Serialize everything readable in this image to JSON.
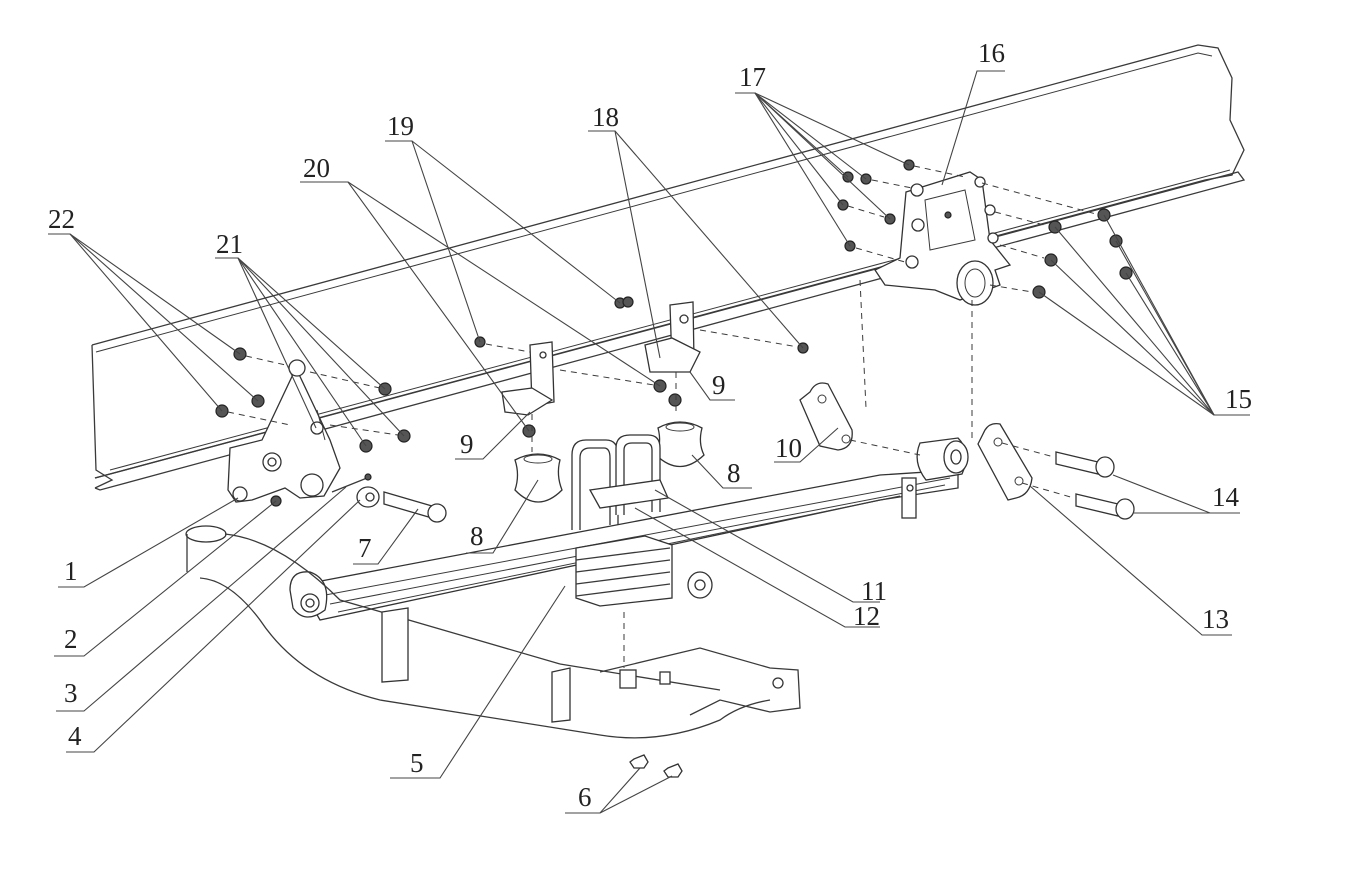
{
  "diagram": {
    "type": "exploded-view parts diagram",
    "subject": "leaf spring suspension assembly with frame rail, axle, hangers, shackle and fasteners",
    "callouts": [
      {
        "id": "c1",
        "label": "1"
      },
      {
        "id": "c2",
        "label": "2"
      },
      {
        "id": "c3",
        "label": "3"
      },
      {
        "id": "c4",
        "label": "4"
      },
      {
        "id": "c5",
        "label": "5"
      },
      {
        "id": "c6",
        "label": "6"
      },
      {
        "id": "c7",
        "label": "7"
      },
      {
        "id": "c8a",
        "label": "8"
      },
      {
        "id": "c8b",
        "label": "8"
      },
      {
        "id": "c9a",
        "label": "9"
      },
      {
        "id": "c9b",
        "label": "9"
      },
      {
        "id": "c10",
        "label": "10"
      },
      {
        "id": "c11",
        "label": "11"
      },
      {
        "id": "c12",
        "label": "12"
      },
      {
        "id": "c13",
        "label": "13"
      },
      {
        "id": "c14",
        "label": "14"
      },
      {
        "id": "c15",
        "label": "15"
      },
      {
        "id": "c16",
        "label": "16"
      },
      {
        "id": "c17",
        "label": "17"
      },
      {
        "id": "c18",
        "label": "18"
      },
      {
        "id": "c19",
        "label": "19"
      },
      {
        "id": "c20",
        "label": "20"
      },
      {
        "id": "c21",
        "label": "21"
      },
      {
        "id": "c22",
        "label": "22"
      }
    ],
    "colors": {
      "line": "#333333",
      "background": "#ffffff"
    }
  }
}
